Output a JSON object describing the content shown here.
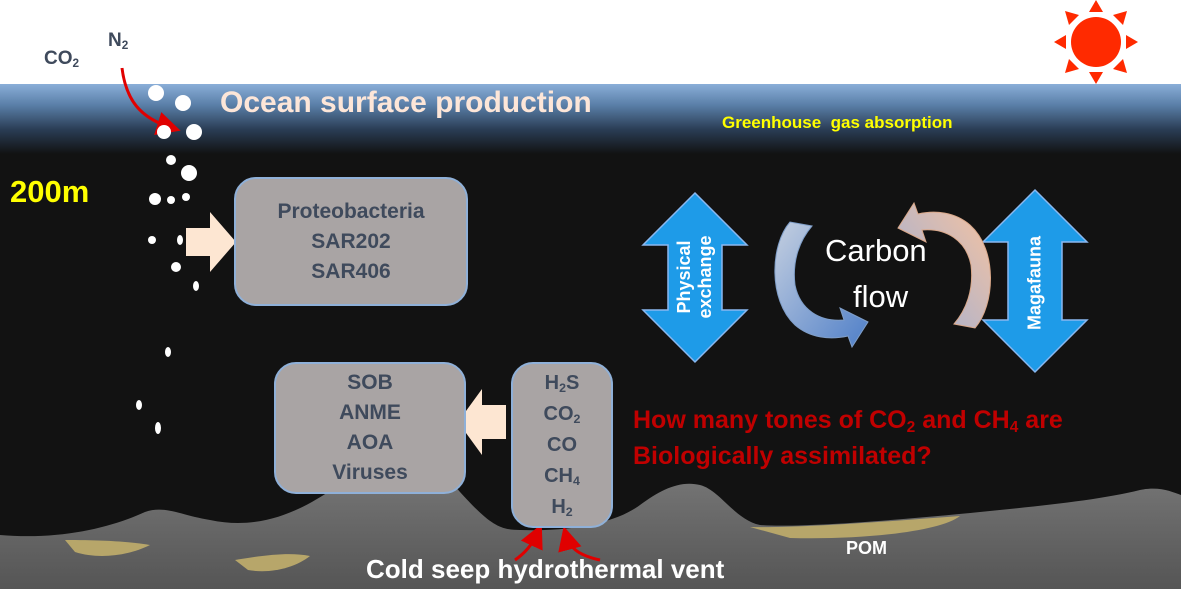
{
  "atmosphere": {
    "co2": {
      "main": "CO",
      "sub": "2"
    },
    "n2": {
      "main": "N",
      "sub": "2"
    }
  },
  "surface": {
    "title": "Ocean surface production",
    "greenhouse": "Greenhouse  gas absorption"
  },
  "depth_label": "200m",
  "upper_box": {
    "lines": [
      "Proteobacteria",
      "SAR202",
      "SAR406"
    ]
  },
  "lower_box": {
    "lines": [
      "SOB",
      "ANME",
      "AOA",
      "Viruses"
    ]
  },
  "gas_box": {
    "items": [
      {
        "main": "H",
        "sub": "2",
        "tail": "S"
      },
      {
        "main": "CO",
        "sub": "2",
        "tail": ""
      },
      {
        "main": "CO",
        "sub": "",
        "tail": ""
      },
      {
        "main": "CH",
        "sub": "4",
        "tail": ""
      },
      {
        "main": "H",
        "sub": "2",
        "tail": ""
      }
    ]
  },
  "physical_exchange": {
    "line1": "Physical",
    "line2": "exchange"
  },
  "carbon_flow": {
    "line1": "Carbon",
    "line2": "flow"
  },
  "magafauna": "Magafauna",
  "question": {
    "p1": "How many tones of CO",
    "s1": "2",
    "p2": " and CH",
    "s2": "4",
    "p3": " are",
    "line2": "Biologically assimilated?"
  },
  "pom": "POM",
  "vent_label": "Cold seep hydrothermal vent",
  "colors": {
    "sky": "#ffffff",
    "ocean_top": "#86a9d4",
    "deep": "#121212",
    "seafloor": "#6e6e6e",
    "sediment": "#b7a66a",
    "question": "#c00000",
    "depth": "#ffff00",
    "exchange_arrow": "#1e9be8",
    "sun": "#ff2a00"
  }
}
